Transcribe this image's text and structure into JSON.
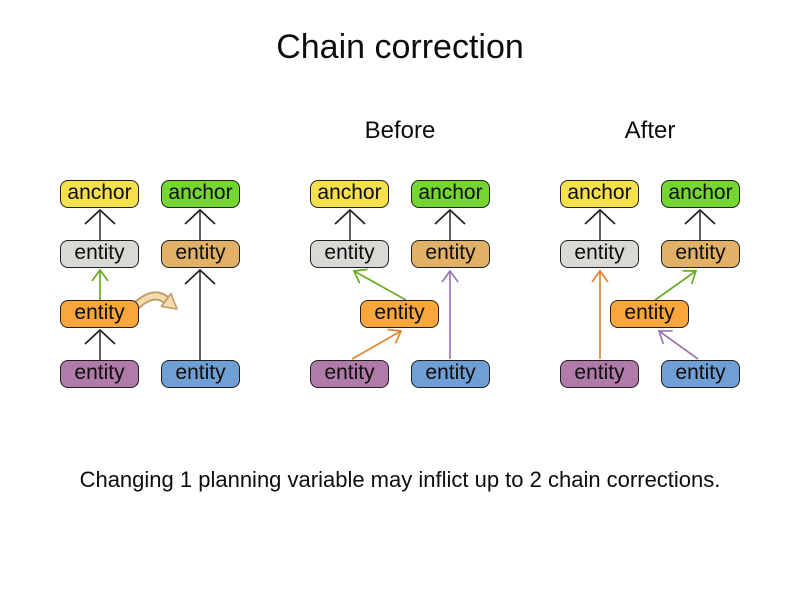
{
  "title": "Chain correction",
  "caption": "Changing 1 planning variable may inflict up to 2 chain corrections.",
  "node_labels": {
    "anchor": "anchor",
    "entity": "entity"
  },
  "colors": {
    "anchor_yellow": "#F5E04D",
    "anchor_green": "#74D62F",
    "entity_gray": "#D9D9D5",
    "entity_tan": "#E2B168",
    "entity_orange": "#F9A63A",
    "entity_purple": "#B07BA8",
    "entity_blue": "#6F9FD4",
    "chain_line": "#606060",
    "chain_arrowhead": "#1F1F1F",
    "arrow_green": "#69AC23",
    "arrow_orange": "#E1862F",
    "arrow_purple": "#9A77AD",
    "move_arrow_fill": "#F2DCB0",
    "move_arrow_outline": "#C39B5F"
  },
  "diagram": {
    "groups": [
      {
        "id": "initial",
        "heading": "",
        "boxes": [
          {
            "role": "anchor",
            "color": "yellow",
            "label": "anchor"
          },
          {
            "role": "anchor",
            "color": "green",
            "label": "anchor"
          },
          {
            "role": "entity",
            "color": "gray",
            "label": "entity"
          },
          {
            "role": "entity",
            "color": "tan",
            "label": "entity"
          },
          {
            "role": "entity",
            "color": "orange",
            "label": "entity"
          },
          {
            "role": "entity",
            "color": "purple",
            "label": "entity"
          },
          {
            "role": "entity",
            "color": "blue",
            "label": "entity"
          }
        ],
        "arrows": [
          {
            "from": "gray-entity",
            "to": "yellow-anchor",
            "color": "chain"
          },
          {
            "from": "orange-entity",
            "to": "gray-entity",
            "color": "green"
          },
          {
            "from": "purple-entity",
            "to": "orange-entity",
            "color": "chain"
          },
          {
            "from": "blue-entity",
            "to": "tan-entity",
            "color": "chain"
          },
          {
            "from": "tan-entity",
            "to": "green-anchor",
            "color": "chain"
          },
          {
            "type": "move-indicator",
            "from": "orange-entity",
            "to": "right-chain",
            "color": "tan"
          }
        ]
      },
      {
        "id": "before",
        "heading": "Before",
        "boxes": [
          {
            "role": "anchor",
            "color": "yellow",
            "label": "anchor"
          },
          {
            "role": "anchor",
            "color": "green",
            "label": "anchor"
          },
          {
            "role": "entity",
            "color": "gray",
            "label": "entity"
          },
          {
            "role": "entity",
            "color": "tan",
            "label": "entity"
          },
          {
            "role": "entity",
            "color": "orange",
            "label": "entity"
          },
          {
            "role": "entity",
            "color": "purple",
            "label": "entity"
          },
          {
            "role": "entity",
            "color": "blue",
            "label": "entity"
          }
        ],
        "arrows": [
          {
            "from": "gray-entity",
            "to": "yellow-anchor",
            "color": "chain"
          },
          {
            "from": "tan-entity",
            "to": "green-anchor",
            "color": "chain"
          },
          {
            "from": "orange-entity",
            "to": "gray-entity",
            "color": "green"
          },
          {
            "from": "purple-entity",
            "to": "orange-entity",
            "color": "orange"
          },
          {
            "from": "blue-entity",
            "to": "tan-entity",
            "color": "purple"
          }
        ]
      },
      {
        "id": "after",
        "heading": "After",
        "boxes": [
          {
            "role": "anchor",
            "color": "yellow",
            "label": "anchor"
          },
          {
            "role": "anchor",
            "color": "green",
            "label": "anchor"
          },
          {
            "role": "entity",
            "color": "gray",
            "label": "entity"
          },
          {
            "role": "entity",
            "color": "tan",
            "label": "entity"
          },
          {
            "role": "entity",
            "color": "orange",
            "label": "entity"
          },
          {
            "role": "entity",
            "color": "purple",
            "label": "entity"
          },
          {
            "role": "entity",
            "color": "blue",
            "label": "entity"
          }
        ],
        "arrows": [
          {
            "from": "gray-entity",
            "to": "yellow-anchor",
            "color": "chain"
          },
          {
            "from": "tan-entity",
            "to": "green-anchor",
            "color": "chain"
          },
          {
            "from": "purple-entity",
            "to": "gray-entity",
            "color": "orange"
          },
          {
            "from": "orange-entity",
            "to": "tan-entity",
            "color": "green"
          },
          {
            "from": "blue-entity",
            "to": "orange-entity",
            "color": "purple"
          }
        ]
      }
    ]
  }
}
